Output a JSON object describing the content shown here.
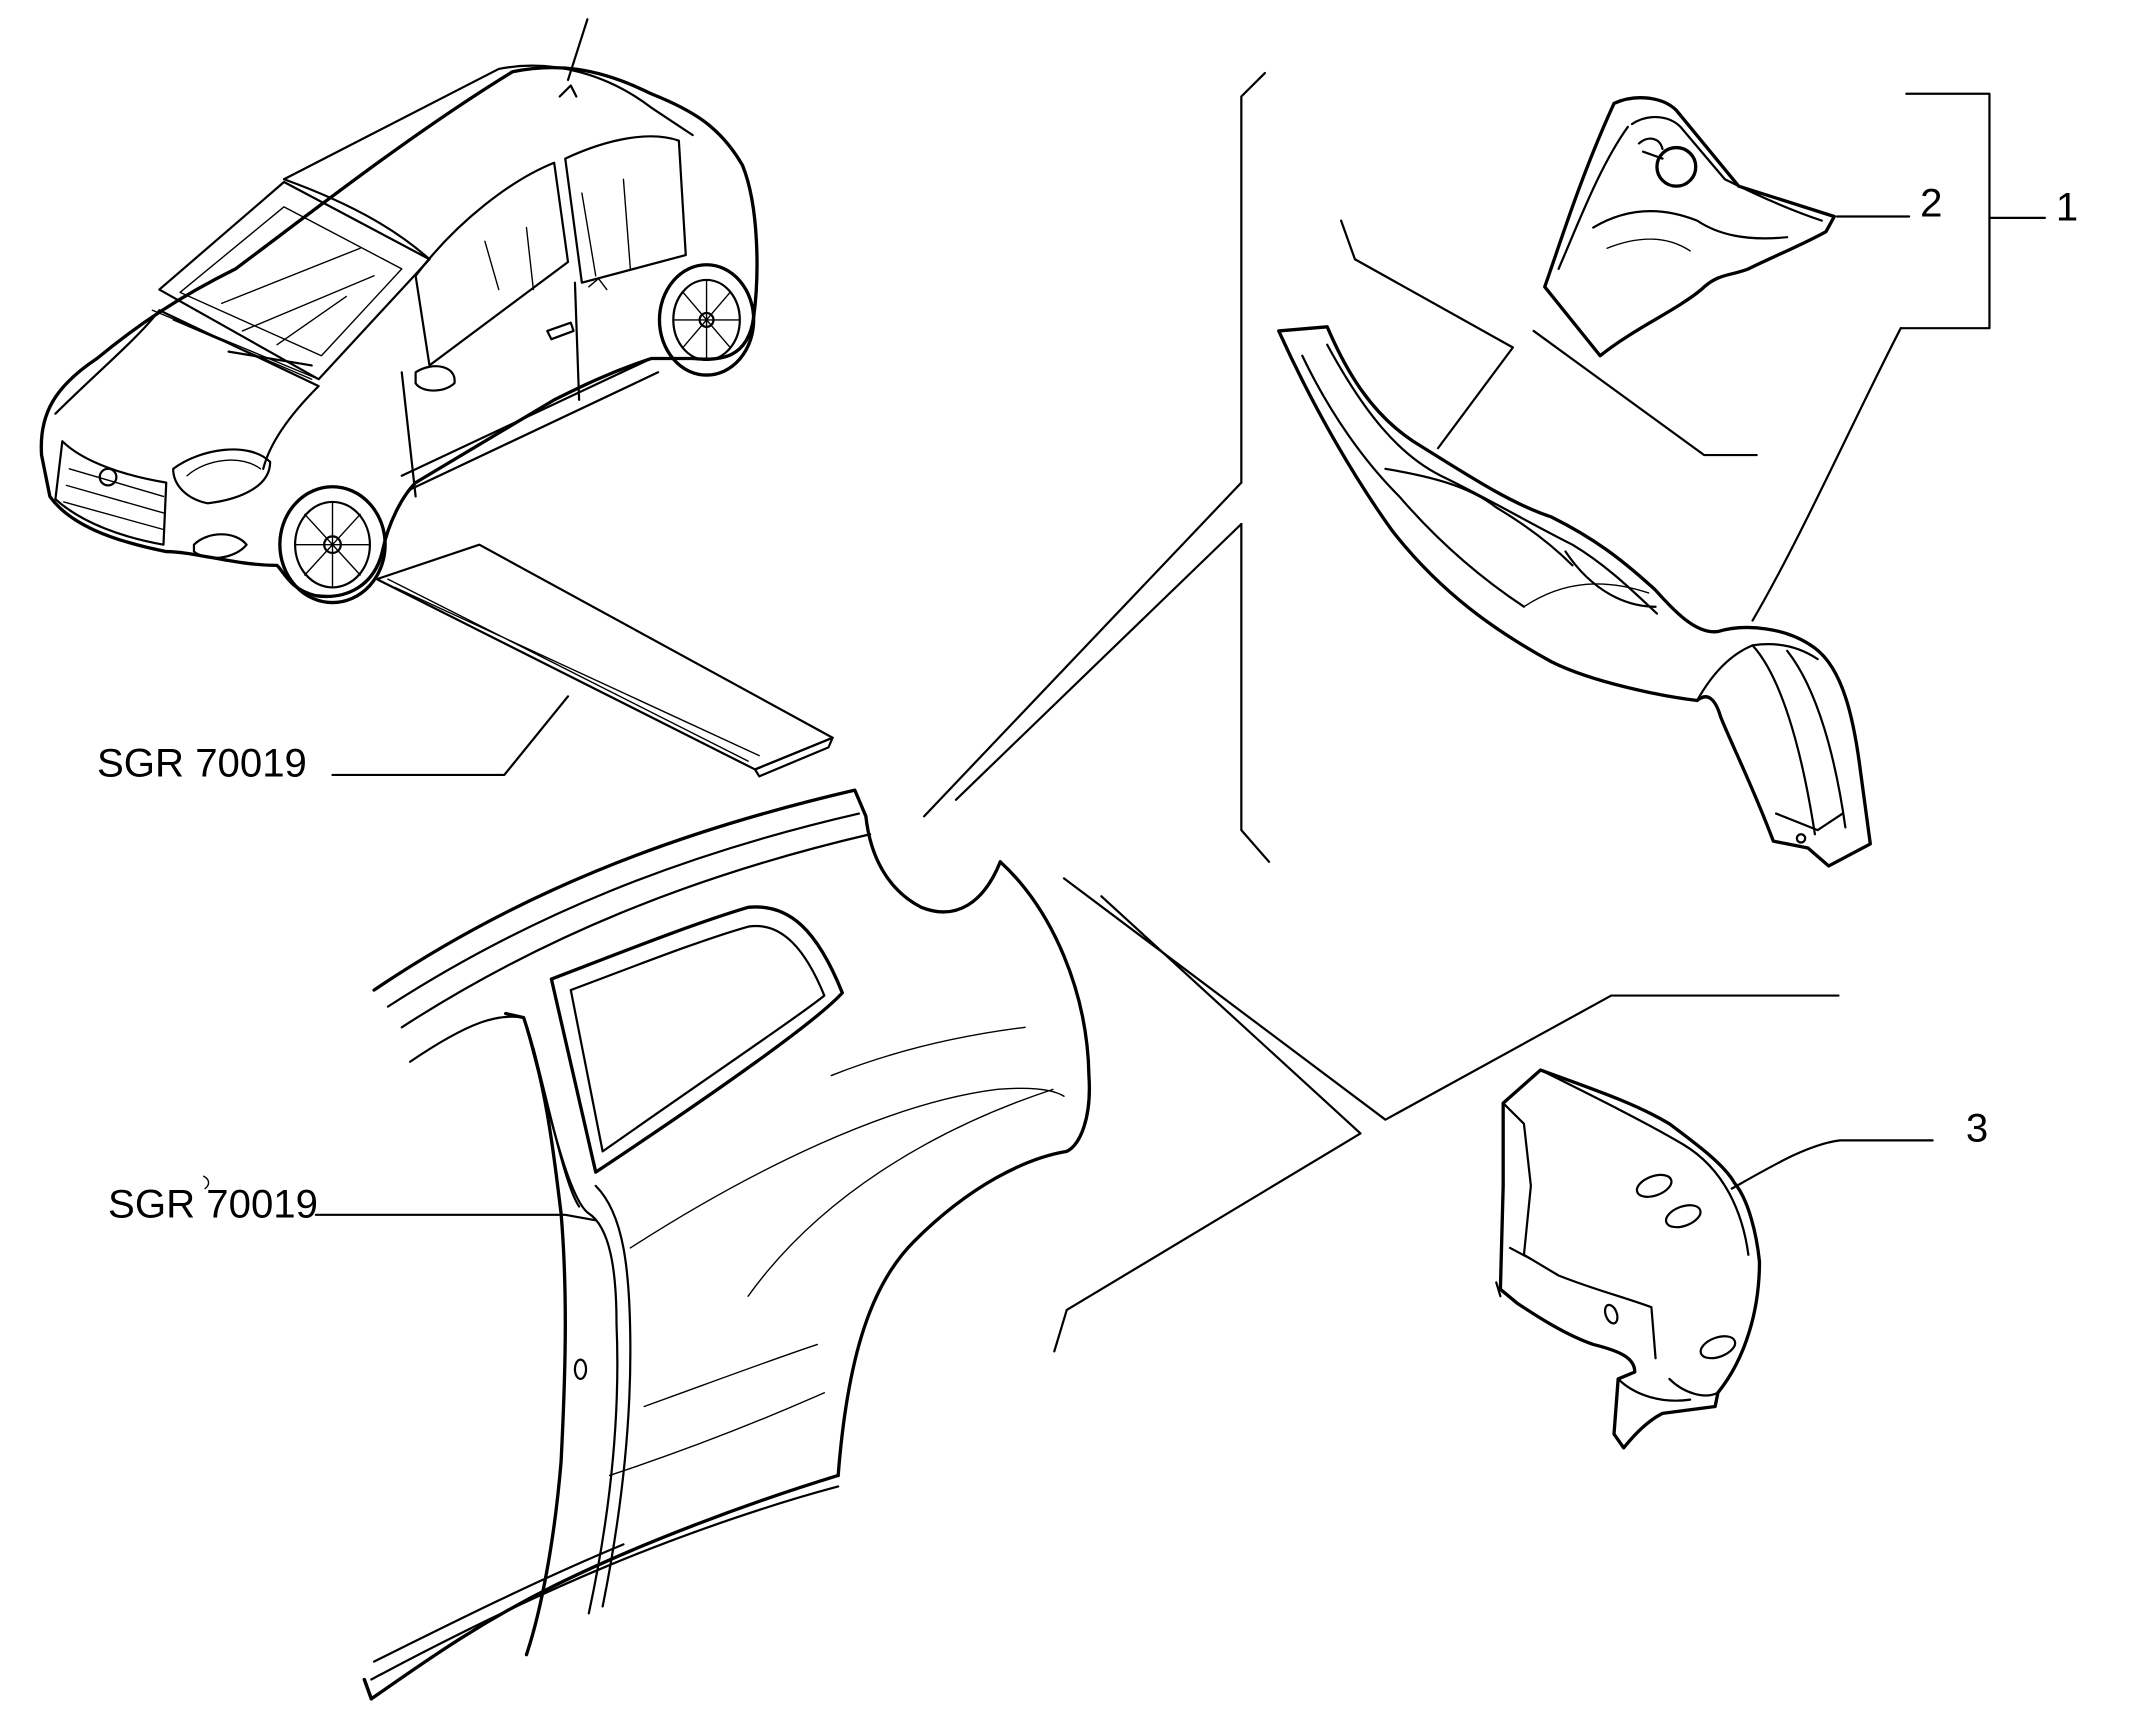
{
  "labels": {
    "ref_upper": "SGR 70019",
    "ref_lower": "SGR 70019",
    "part_1": "1",
    "part_2": "2",
    "part_3": "3"
  }
}
